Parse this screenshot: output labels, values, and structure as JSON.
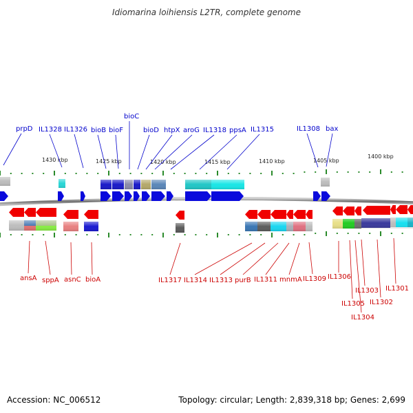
{
  "title": "Idiomarina loihiensis L2TR, complete genome",
  "footer": {
    "accession": "Accession: NC_006512",
    "summary": "Topology: circular; Length: 2,839,318 bp; Genes: 2,699"
  },
  "colors": {
    "forward_gene": "#0a0adc",
    "reverse_gene": "#f00000",
    "label_forward": "#0000cc",
    "label_reverse": "#cc0000",
    "backbone": "#7f7f7f",
    "tick": "#2a8a2a"
  },
  "scale_labels": [
    "1430 kbp",
    "1425 kbp",
    "1420 kbp",
    "1415 kbp",
    "1410 kbp",
    "1405 kbp",
    "1400 kbp"
  ],
  "forward_labels": [
    "prpD",
    "IL1328",
    "IL1326",
    "bioB",
    "bioF",
    "bioC",
    "bioD",
    "htpX",
    "aroG",
    "IL1318",
    "ppsA",
    "IL1315",
    "IL1308",
    "bax"
  ],
  "reverse_labels": [
    "ansA",
    "sppA",
    "asnC",
    "bioA",
    "IL1317",
    "IL1314",
    "IL1313",
    "purB",
    "IL1311",
    "mnmA",
    "IL1309",
    "IL1306",
    "IL1305",
    "IL1304",
    "IL1303",
    "IL1302",
    "IL1301"
  ]
}
